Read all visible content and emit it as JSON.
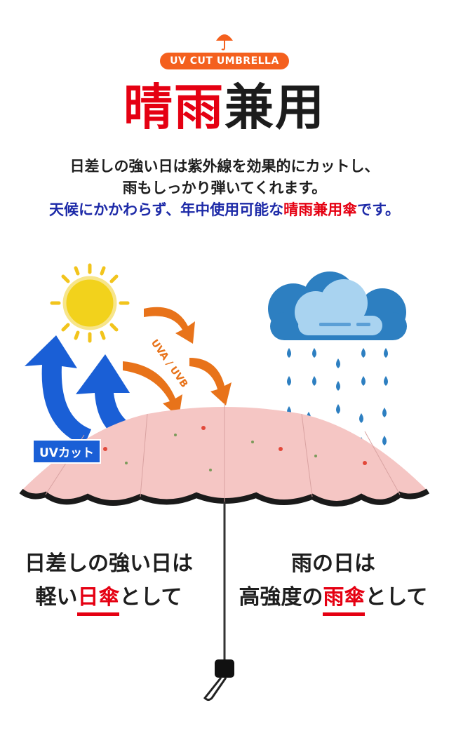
{
  "header": {
    "icon": "umbrella-icon",
    "badge": "UV CUT UMBRELLA",
    "title_red": "晴雨",
    "title_black": "兼用"
  },
  "description": {
    "line1": "日差しの強い日は紫外線を効果的にカットし、",
    "line2": "雨もしっかり弾いてくれます。",
    "line3_blue": "天候にかかわらず、年中使用可能な",
    "line3_red": "晴雨兼用傘",
    "line3_blue_end": "です。"
  },
  "illustration": {
    "uv_label": "UVA / UVB",
    "uv_cut_label": "UVカット"
  },
  "captions": {
    "left_line1": "日差しの強い日は",
    "left_line2_pre": "軽い",
    "left_line2_red": "日傘",
    "left_line2_post": "として",
    "right_line1": "雨の日は",
    "right_line2_pre": "高強度の",
    "right_line2_red": "雨傘",
    "right_line2_post": "として"
  },
  "colors": {
    "accent_orange": "#f4601e",
    "red": "#e50012",
    "blue_text": "#1d2aa8",
    "canopy_pink": "#f5c6c4",
    "sun_yellow": "#f2d21c",
    "cloud_blue": "#2d7fc1"
  }
}
